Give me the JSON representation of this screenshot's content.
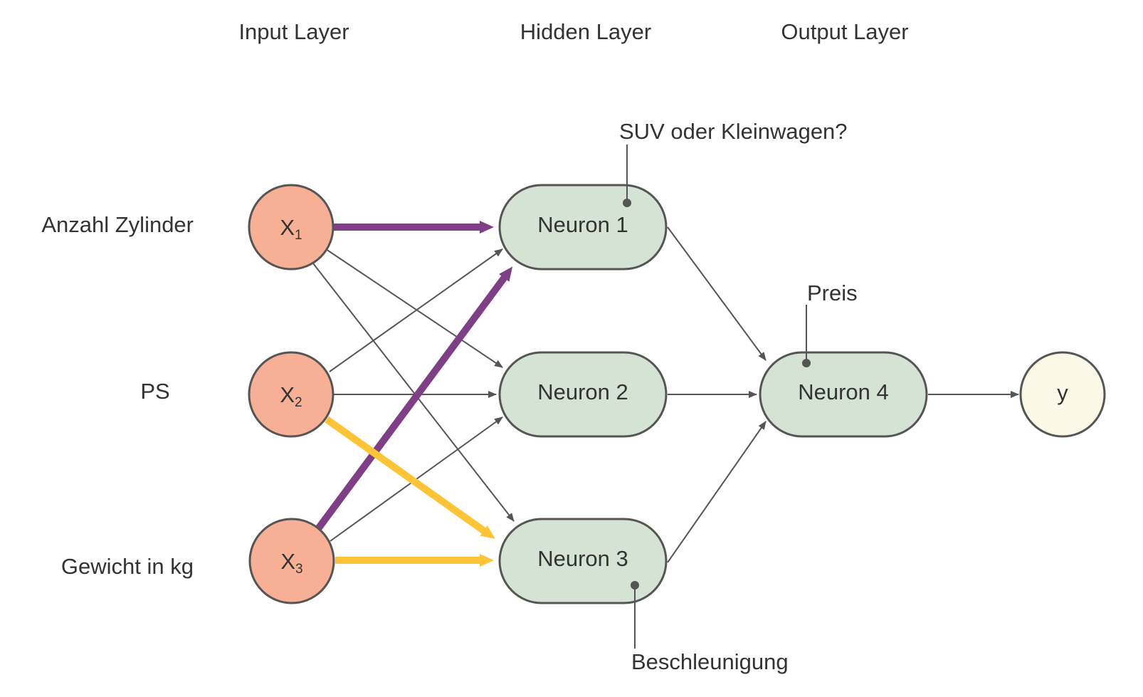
{
  "headers": {
    "input": "Input Layer",
    "hidden": "Hidden Layer",
    "output": "Output Layer"
  },
  "inputs": [
    {
      "name": "Anzahl Zylinder",
      "symbol": "X",
      "index": "1"
    },
    {
      "name": "PS",
      "symbol": "X",
      "index": "2"
    },
    {
      "name": "Gewicht in kg",
      "symbol": "X",
      "index": "3"
    }
  ],
  "hidden": [
    {
      "label": "Neuron 1"
    },
    {
      "label": "Neuron 2"
    },
    {
      "label": "Neuron 3"
    }
  ],
  "output_neuron": {
    "label": "Neuron 4"
  },
  "result": {
    "label": "y"
  },
  "annotations": {
    "neuron1": "SUV oder Kleinwagen?",
    "neuron3": "Beschleunigung",
    "neuron4": "Preis"
  },
  "colors": {
    "input_fill": "#f7b095",
    "hidden_fill": "#d4e3d4",
    "result_fill": "#fbf8e8",
    "stroke": "#555555",
    "highlight_purple": "#7f3f86",
    "highlight_yellow": "#fcc436"
  }
}
